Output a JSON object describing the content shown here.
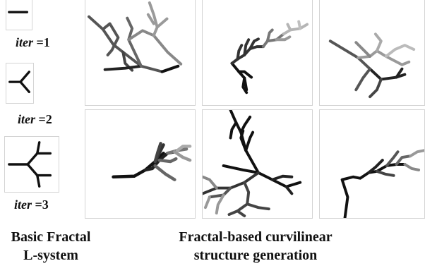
{
  "labels": {
    "iter_var": "iter",
    "iter_1": "=1",
    "iter_2": "=2",
    "iter_3": "=3"
  },
  "captions": {
    "left_line1": "Basic Fractal",
    "left_line2": "L-system",
    "right_line1": "Fractal-based curvilinear",
    "right_line2": "structure generation"
  },
  "colors": {
    "stroke_dark": "#111111",
    "stroke_mid": "#555555",
    "stroke_light": "#9a9a9a",
    "stroke_faint": "#c4c4c4",
    "panel_border": "#d4d4d4"
  }
}
